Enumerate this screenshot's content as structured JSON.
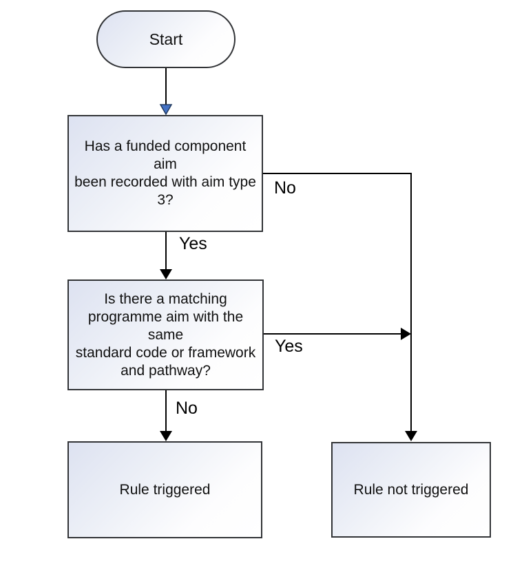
{
  "diagram": {
    "type": "flowchart",
    "nodes": [
      {
        "id": "start",
        "shape": "terminator",
        "label": "Start"
      },
      {
        "id": "question-1",
        "shape": "process",
        "label": "Has a funded component aim\nbeen recorded with aim type\n3?"
      },
      {
        "id": "question-2",
        "shape": "process",
        "label": "Is there a matching\nprogramme aim with the same\nstandard code or framework\nand pathway?"
      },
      {
        "id": "rule-triggered",
        "shape": "process",
        "label": "Rule triggered"
      },
      {
        "id": "rule-not-triggered",
        "shape": "process",
        "label": "Rule not triggered"
      }
    ],
    "edges": [
      {
        "from": "start",
        "to": "question-1",
        "label": ""
      },
      {
        "from": "question-1",
        "to": "rule-not-triggered",
        "label": "No"
      },
      {
        "from": "question-1",
        "to": "question-2",
        "label": "Yes"
      },
      {
        "from": "question-2",
        "to": "rule-not-triggered",
        "label": "Yes"
      },
      {
        "from": "question-2",
        "to": "rule-triggered",
        "label": "No"
      }
    ],
    "colors": {
      "node_fill_gradient_start": "#dde2f1",
      "node_fill_gradient_end": "#ffffff",
      "node_border": "#313336",
      "connector_line": "#000000",
      "arrowhead_black": "#000000",
      "arrowhead_blue_fill": "#4472c4",
      "arrowhead_blue_stroke": "#20395f",
      "text": "#101010",
      "background": "#ffffff"
    }
  }
}
